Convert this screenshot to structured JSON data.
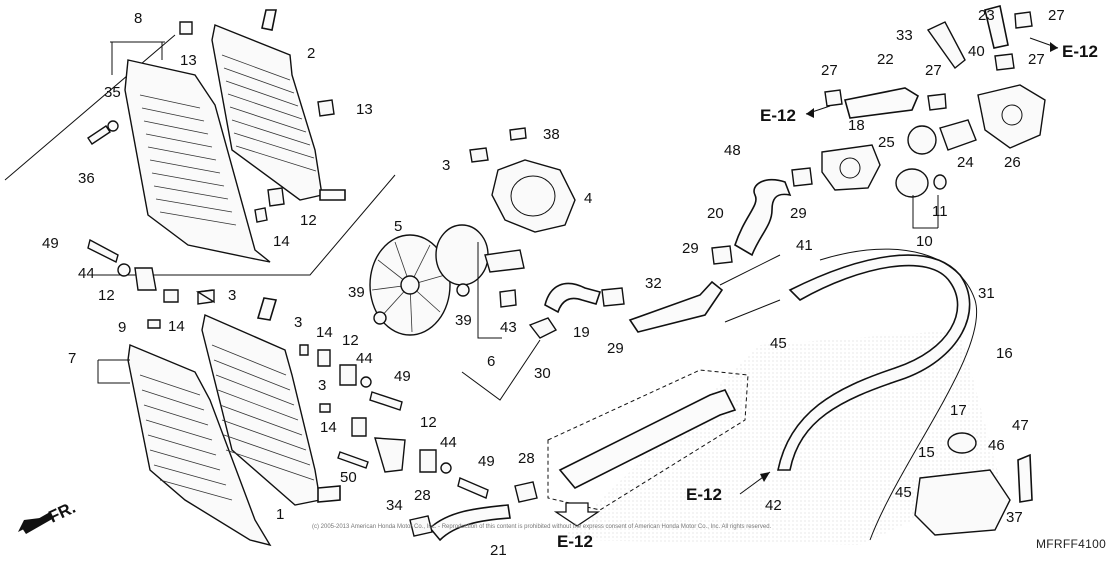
{
  "diagram": {
    "drawing_code": "MFRFF4100",
    "front_indicator": "FR.",
    "reference_label": "E-12",
    "copyright_note": "(c) 2005-2013 American Honda Motor Co., Inc. - Reproduction of this content is prohibited without the express consent of American Honda Motor Co., Inc. All rights reserved.",
    "callouts": [
      "1",
      "2",
      "3",
      "4",
      "5",
      "6",
      "7",
      "8",
      "9",
      "10",
      "11",
      "12",
      "13",
      "14",
      "15",
      "16",
      "17",
      "18",
      "19",
      "20",
      "21",
      "22",
      "23",
      "24",
      "25",
      "26",
      "27",
      "28",
      "29",
      "30",
      "31",
      "32",
      "33",
      "34",
      "35",
      "36",
      "37",
      "38",
      "39",
      "40",
      "41",
      "42",
      "43",
      "44",
      "45",
      "46",
      "47",
      "48",
      "49",
      "50"
    ],
    "icons": {
      "front_arrow": "arrow-down-left-icon",
      "ref_arrow_left": "arrow-left-icon",
      "ref_arrow_right": "arrow-right-icon",
      "ref_arrow_down": "hollow-arrow-down-icon"
    },
    "colors": {
      "line": "#111111",
      "background": "#ffffff",
      "watermark": "#d9d9d9"
    }
  }
}
